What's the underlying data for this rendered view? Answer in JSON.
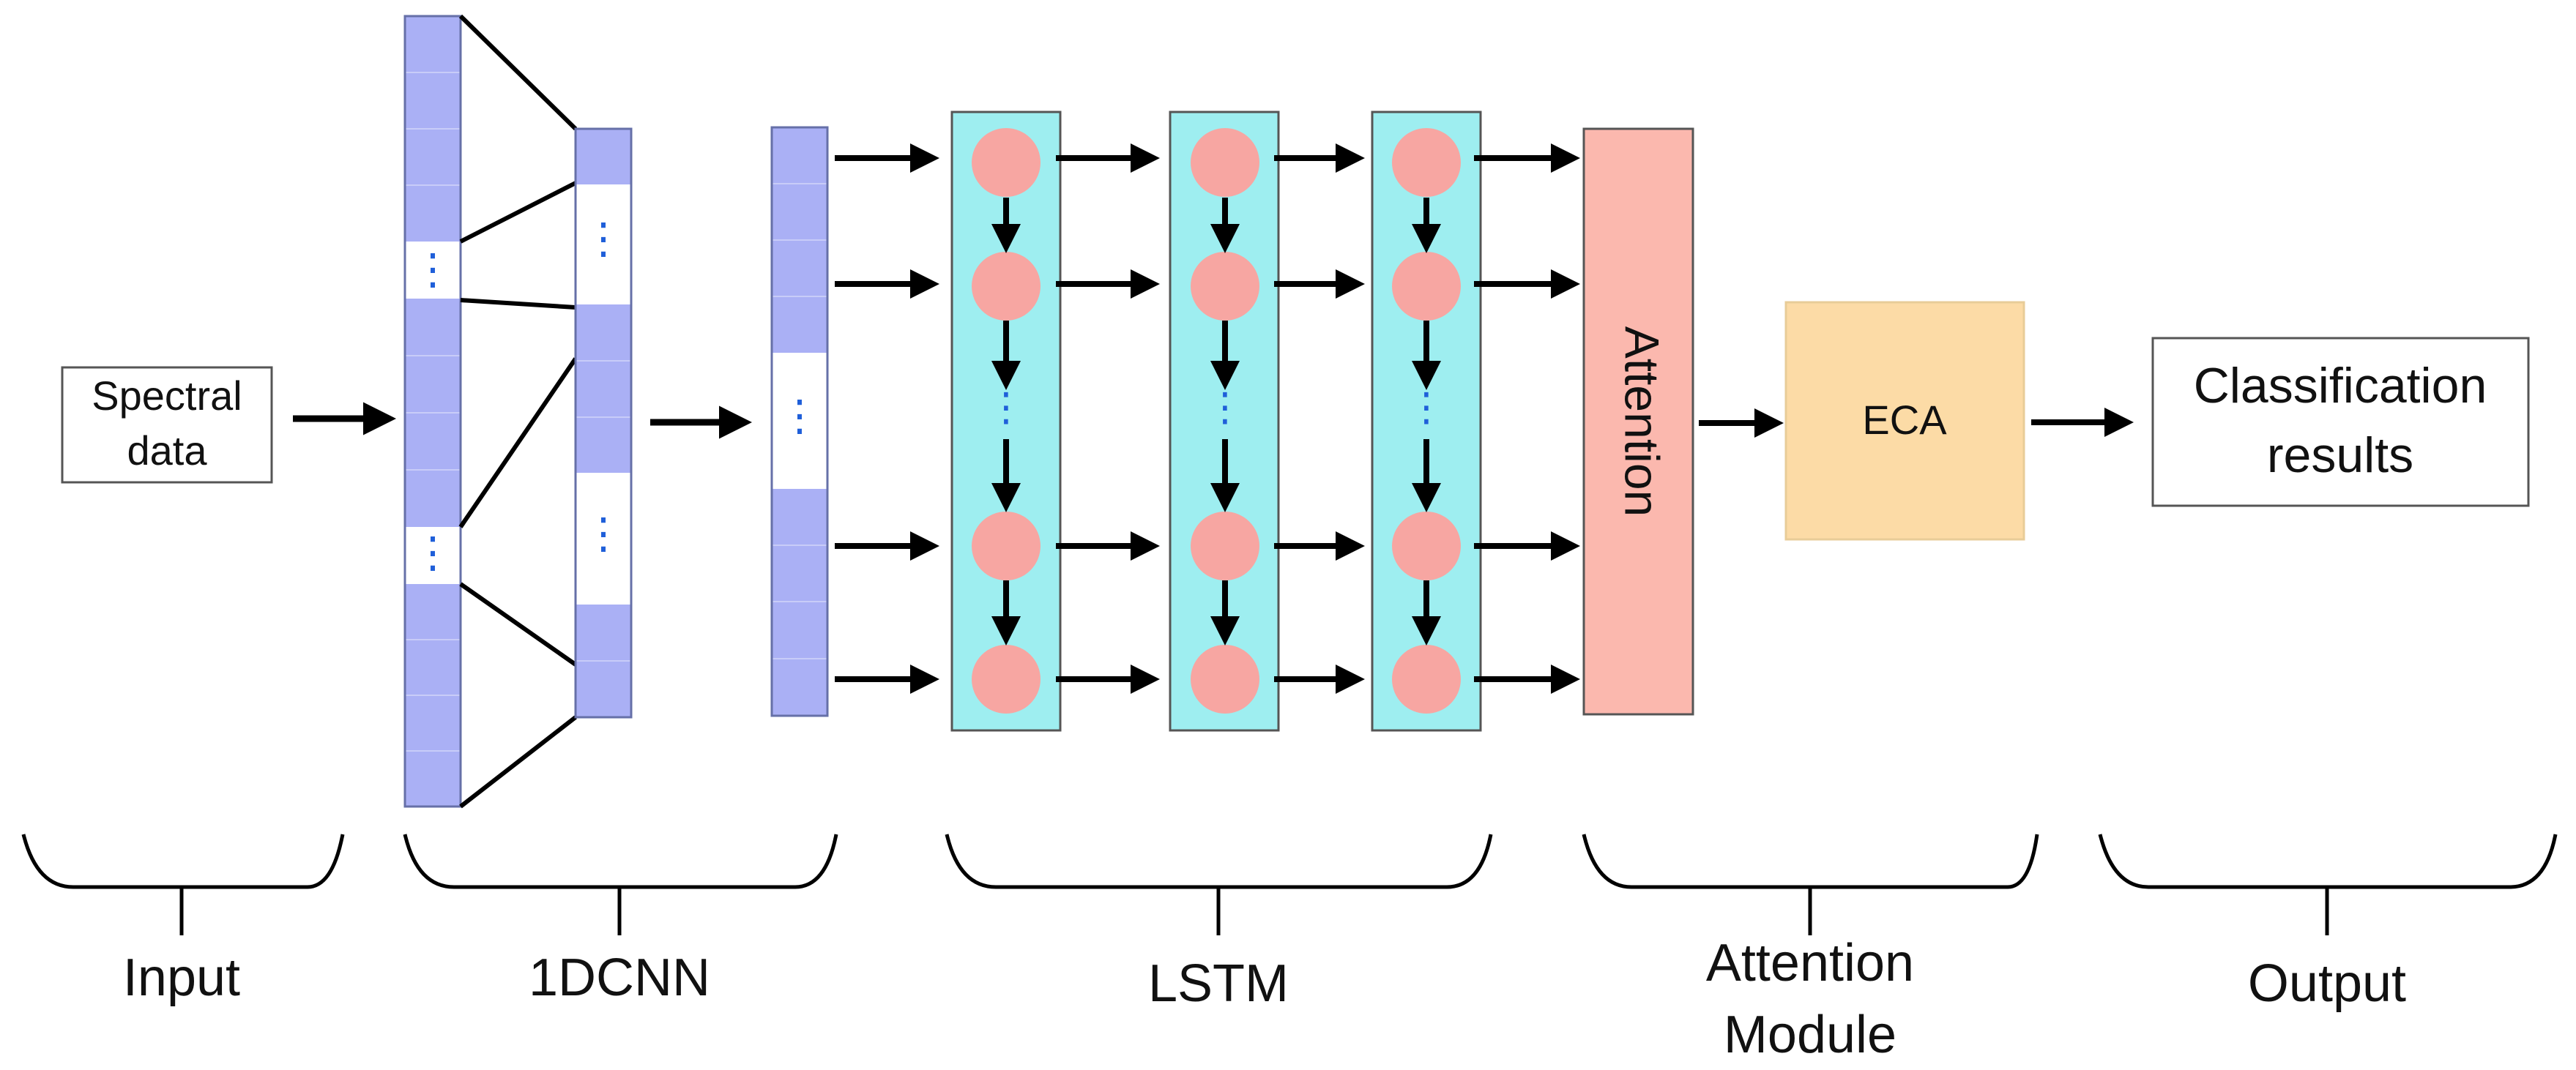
{
  "input": {
    "box_line1": "Spectral",
    "box_line2": "data"
  },
  "ellipsis": "⋮",
  "attention_box": "Attention",
  "eca_box": "ECA",
  "output": {
    "box_line1": "Classification",
    "box_line2": "results"
  },
  "section_labels": {
    "input": "Input",
    "cnn": "1DCNN",
    "lstm": "LSTM",
    "attention_line1": "Attention",
    "attention_line2": "Module",
    "output": "Output"
  },
  "colors": {
    "cnn_cell": "#aab0f5",
    "lstm_column": "#9eeef0",
    "lstm_node": "#f7a6a2",
    "attention": "#fbb8ae",
    "eca": "#fcdba6"
  }
}
